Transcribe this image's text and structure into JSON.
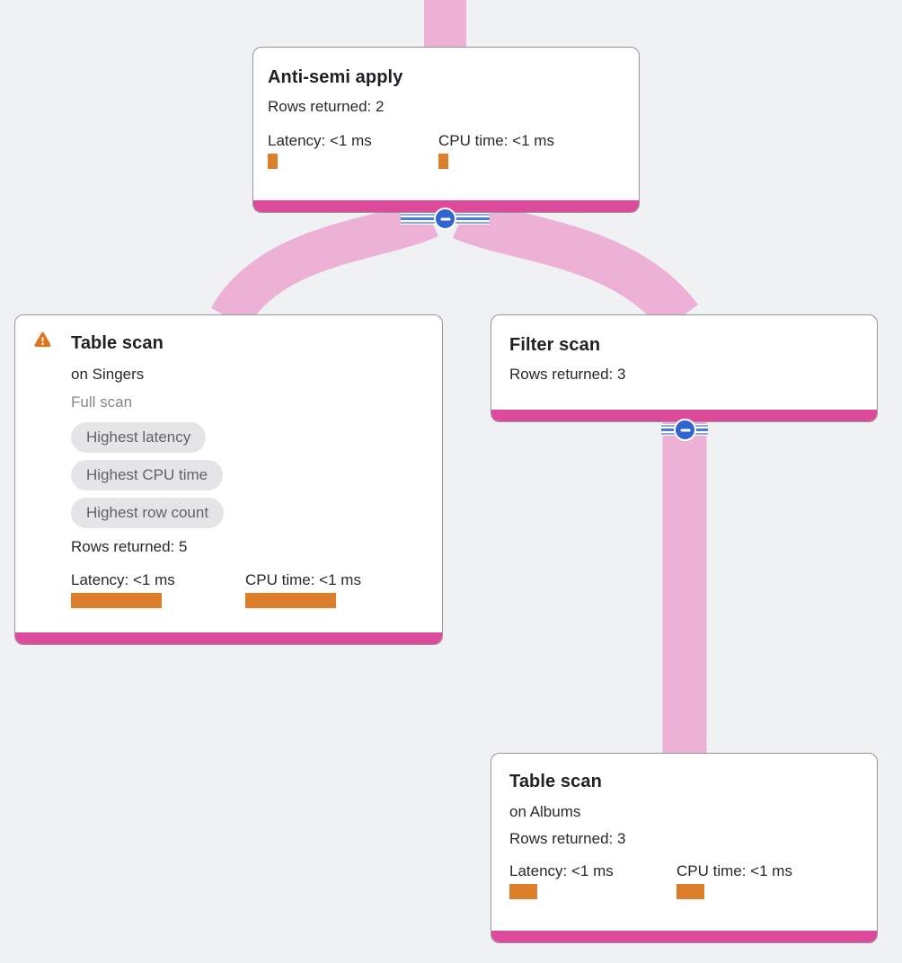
{
  "diagram": {
    "kind": "query-execution-plan-tree",
    "colors": {
      "background": "#f0f1f3",
      "edge_pink": "#ecb1d4",
      "node_footer_pink": "#de4a9b",
      "metric_bar_orange": "#dd7e2a",
      "warning_orange": "#e0741e",
      "collapse_blue": "#3065d0",
      "badge_bg": "#e5e5e8",
      "badge_text": "#5f6368"
    }
  },
  "nodes": [
    {
      "title": "Anti-semi apply",
      "rows_returned": "Rows returned: 2",
      "latency": {
        "label": "Latency: <1 ms",
        "bar_style": "width:11px"
      },
      "cpu": {
        "label": "CPU time: <1 ms",
        "bar_style": "width:11px"
      }
    },
    {
      "title": "Table scan",
      "subtitle": "on Singers",
      "scan_type": "Full scan",
      "has_warning": true,
      "badges": [
        "Highest latency",
        "Highest CPU time",
        "Highest row count"
      ],
      "rows_returned": "Rows returned: 5",
      "latency": {
        "label": "Latency: <1 ms",
        "bar_style": "width:101px"
      },
      "cpu": {
        "label": "CPU time: <1 ms",
        "bar_style": "width:101px"
      }
    },
    {
      "title": "Filter scan",
      "rows_returned": "Rows returned: 3"
    },
    {
      "title": "Table scan",
      "subtitle": "on Albums",
      "rows_returned": "Rows returned: 3",
      "latency": {
        "label": "Latency: <1 ms",
        "bar_style": "width:31px"
      },
      "cpu": {
        "label": "CPU time: <1 ms",
        "bar_style": "width:31px"
      }
    }
  ],
  "edges": [
    {
      "from": "(parent)",
      "to": "Anti-semi apply"
    },
    {
      "from": "Anti-semi apply",
      "to": "Table scan on Singers"
    },
    {
      "from": "Anti-semi apply",
      "to": "Filter scan"
    },
    {
      "from": "Filter scan",
      "to": "Table scan on Albums"
    }
  ],
  "collapse_buttons": [
    {
      "node": "Anti-semi apply",
      "state": "expanded",
      "icon": "minus"
    },
    {
      "node": "Filter scan",
      "state": "expanded",
      "icon": "minus"
    }
  ]
}
